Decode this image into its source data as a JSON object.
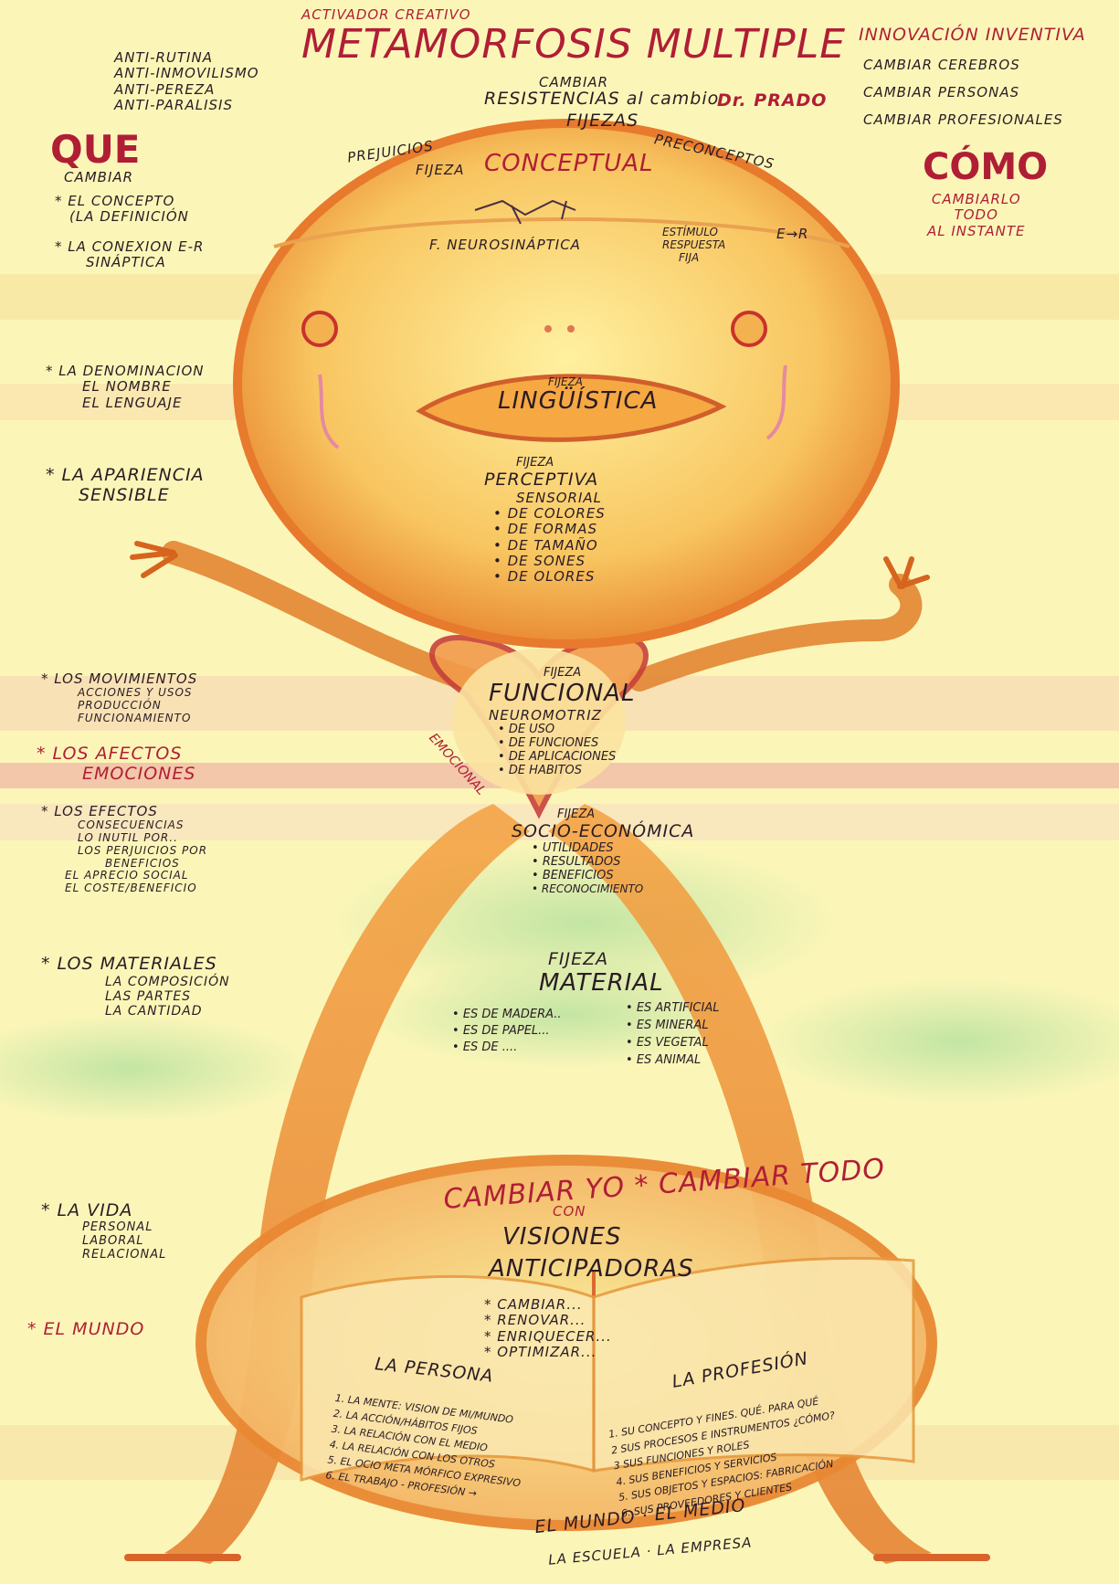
{
  "header": {
    "kicker": "ACTIVADOR CREATIVO",
    "title": "METAMORFOSIS MULTIPLE",
    "author": "Dr. PRADO",
    "cambiar_top": "CAMBIAR",
    "resistencia": "RESISTENCIAS al cambio",
    "fijezas": "FIJEZAS"
  },
  "anti_list": [
    "ANTI-RUTINA",
    "ANTI-INMOVILISMO",
    "ANTI-PEREZA",
    "ANTI-PARALISIS"
  ],
  "innovacion": {
    "title": "INNOVACIÓN INVENTIVA",
    "items": [
      "CAMBIAR CEREBROS",
      "CAMBIAR PERSONAS",
      "CAMBIAR PROFESIONALES"
    ]
  },
  "que": {
    "title": "QUE",
    "sub": "CAMBIAR"
  },
  "como": {
    "title": "CÓMO",
    "lines": [
      "CAMBIARLO",
      "TODO",
      "AL INSTANTE"
    ]
  },
  "left_items": {
    "concepto": [
      "EL CONCEPTO",
      "(LA DEFINICIÓN"
    ],
    "conexion": [
      "LA CONEXION E-R",
      "SINÁPTICA"
    ],
    "denominacion": [
      "LA DENOMINACION",
      "EL NOMBRE",
      "EL LENGUAJE"
    ],
    "apariencia": [
      "LA APARIENCIA",
      "SENSIBLE"
    ],
    "movimientos": [
      "LOS MOVIMIENTOS",
      "ACCIONES Y USOS",
      "PRODUCCIÓN",
      "FUNCIONAMIENTO"
    ],
    "afectos": [
      "LOS AFECTOS",
      "EMOCIONES"
    ],
    "efectos": [
      "LOS EFECTOS",
      "CONSECUENCIAS",
      "LO INUTIL POR..",
      "LOS PERJUICIOS POR",
      "BENEFICIOS",
      "EL APRECIO SOCIAL",
      "EL COSTE/BENEFICIO"
    ],
    "materiales": [
      "LOS MATERIALES",
      "LA COMPOSICIÓN",
      "LAS PARTES",
      "LA CANTIDAD"
    ],
    "vida": [
      "LA VIDA",
      "PERSONAL",
      "LABORAL",
      "RELACIONAL"
    ],
    "mundo": "EL MUNDO"
  },
  "face": {
    "prejuicios": "PREJUICIOS",
    "preconceptos": "PRECONCEPTOS",
    "fijeza_conceptual": [
      "FIJEZA",
      "CONCEPTUAL"
    ],
    "neuro": "F. NEUROSINÁPTICA",
    "estimulo": [
      "ESTÍMULO",
      "RESPUESTA",
      "FIJA"
    ],
    "er": "E→R",
    "fijeza_small": "FIJEZA",
    "linguistica": "LINGÜÍSTICA"
  },
  "perceptiva": {
    "fijeza": "FIJEZA",
    "title": "PERCEPTIVA",
    "sub": "SENSORIAL",
    "items": [
      "DE COLORES",
      "DE FORMAS",
      "DE TAMAÑO",
      "DE SONES",
      "DE OLORES"
    ]
  },
  "funcional": {
    "fijeza": "FIJEZA",
    "title": "FUNCIONAL",
    "sub": "NEUROMOTRIZ",
    "items": [
      "DE USO",
      "DE FUNCIONES",
      "DE APLICACIONES",
      "DE HABITOS"
    ],
    "emocional": "EMOCIONAL"
  },
  "socio": {
    "fijeza": "FIJEZA",
    "title": "SOCIO-ECONÓMICA",
    "items": [
      "UTILIDADES",
      "RESULTADOS",
      "BENEFICIOS",
      "RECONOCIMIENTO"
    ]
  },
  "material": {
    "fijeza": "FIJEZA",
    "title": "MATERIAL",
    "col1": [
      "ES DE MADERA..",
      "ES DE PAPEL...",
      "ES DE ...."
    ],
    "col2": [
      "ES ARTIFICIAL",
      "ES MINERAL",
      "ES VEGETAL",
      "ES ANIMAL"
    ]
  },
  "cambiar": {
    "main": "CAMBIAR YO * CAMBIAR TODO",
    "con": "CON",
    "visiones": [
      "VISIONES",
      "ANTICIPADORAS"
    ],
    "actions": [
      "CAMBIAR...",
      "RENOVAR...",
      "ENRIQUECER...",
      "OPTIMIZAR..."
    ]
  },
  "persona": {
    "title": "LA PERSONA",
    "items": [
      "1. LA MENTE: VISION DE MI/MUNDO",
      "2. LA ACCIÓN/HÁBITOS FIJOS",
      "3. LA RELACIÓN CON EL MEDIO",
      "4. LA RELACIÓN CON LOS OTROS",
      "5. EL OCIO META MÓRFICO EXPRESIVO",
      "6. EL TRABAJO - PROFESIÓN →"
    ]
  },
  "profesion": {
    "title": "LA PROFESIÓN",
    "items": [
      "1. SU CONCEPTO Y FINES. QUÉ. PARA QUÉ",
      "2 SUS PROCESOS E INSTRUMENTOS ¿CÓMO?",
      "3 SUS FUNCIONES Y ROLES",
      "4. SUS BENEFICIOS Y SERVICIOS",
      "5. SUS OBJETOS Y ESPACIOS: FABRICACIÓN",
      "6. SUS PROVEEDORES Y CLIENTES"
    ]
  },
  "bottom": {
    "line1": "EL MUNDO · EL MEDIO",
    "line2": "LA ESCUELA · LA EMPRESA"
  }
}
